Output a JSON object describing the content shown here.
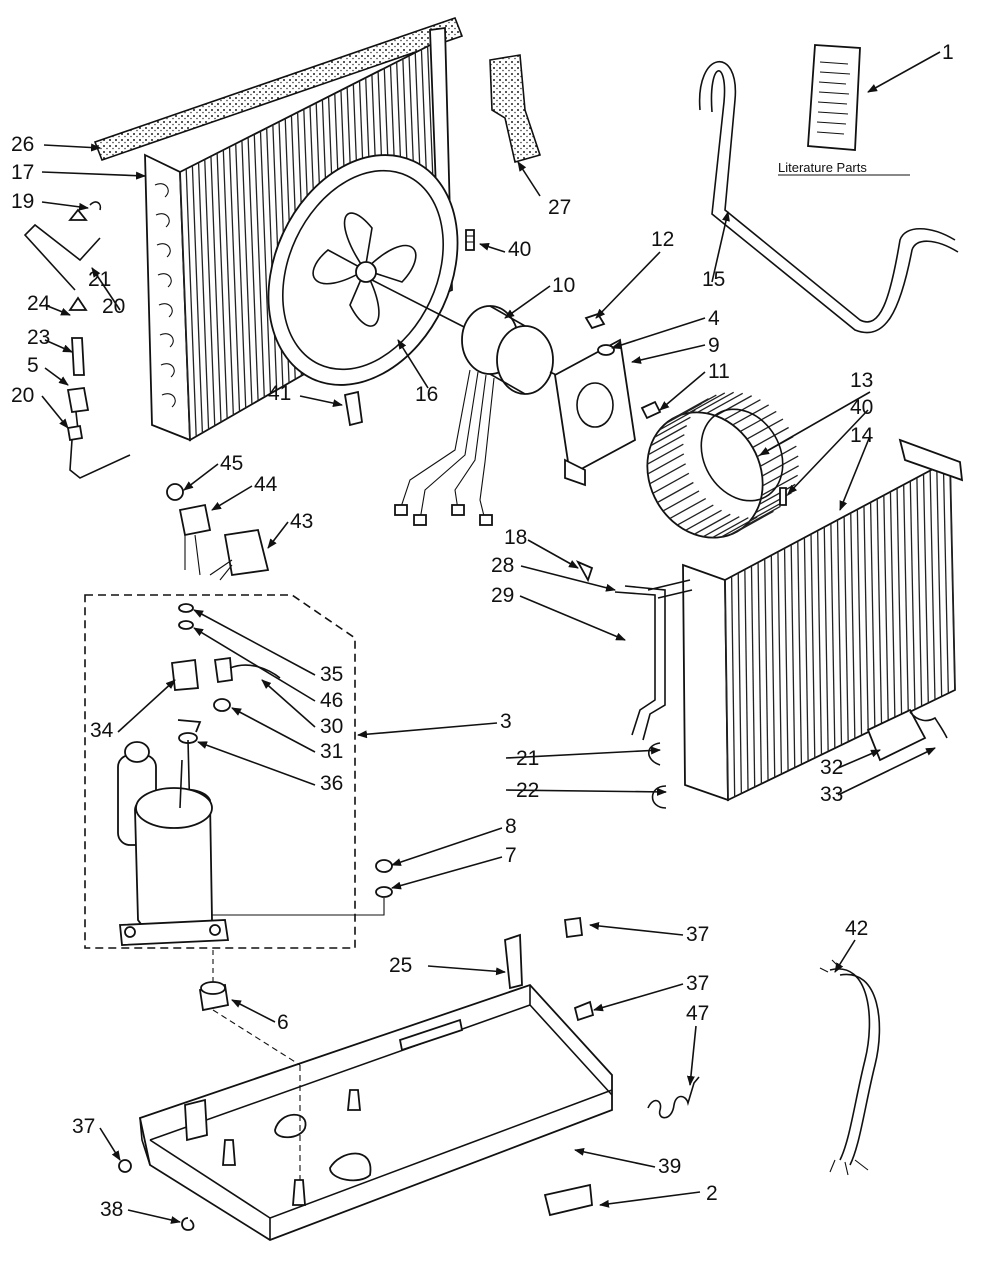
{
  "literature_caption": "Literature Parts",
  "callouts": [
    "1",
    "2",
    "3",
    "4",
    "5",
    "6",
    "7",
    "8",
    "9",
    "10",
    "11",
    "12",
    "13",
    "14",
    "15",
    "16",
    "17",
    "18",
    "19",
    "20",
    "20",
    "21",
    "21",
    "22",
    "23",
    "24",
    "25",
    "26",
    "27",
    "28",
    "29",
    "30",
    "31",
    "32",
    "33",
    "34",
    "35",
    "36",
    "37",
    "37",
    "37",
    "38",
    "39",
    "40",
    "40",
    "41",
    "42",
    "43",
    "44",
    "45",
    "46",
    "47"
  ]
}
